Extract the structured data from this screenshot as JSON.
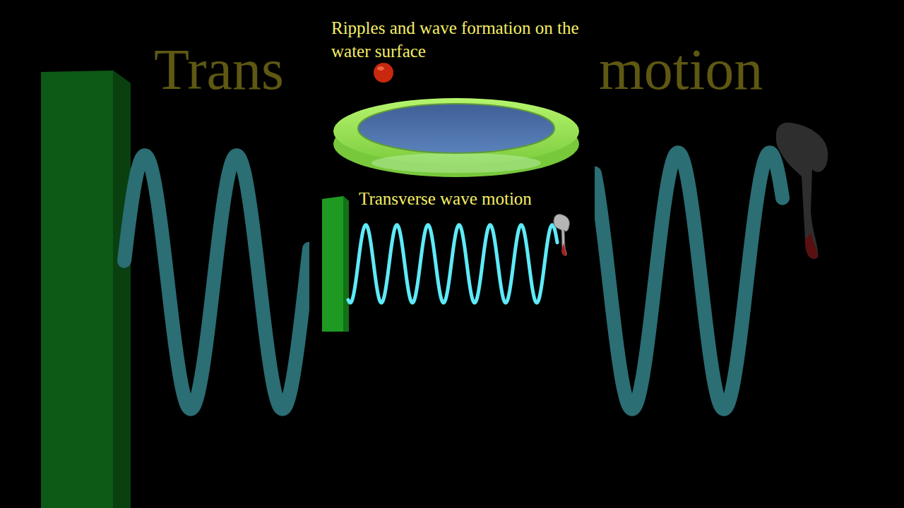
{
  "diagram": {
    "labels": [
      "Trans",
      "motion",
      "Ripples and wave formation on the water surface",
      "Transverse wave motion"
    ]
  }
}
